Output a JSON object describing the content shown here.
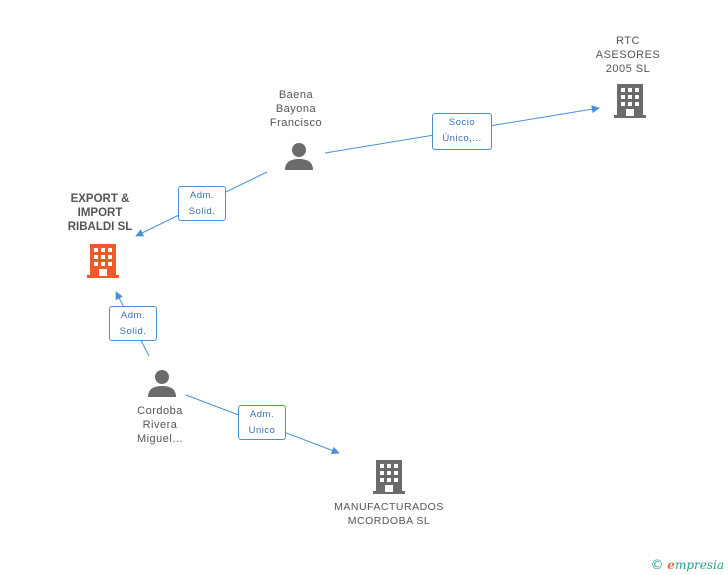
{
  "nodes": {
    "rtc": {
      "label_lines": [
        "RTC",
        "ASESORES",
        "2005  SL"
      ]
    },
    "baena": {
      "label_lines": [
        "Baena",
        "Bayona",
        "Francisco"
      ]
    },
    "export": {
      "label_lines": [
        "EXPORT &",
        "IMPORT",
        "RIBALDI SL"
      ]
    },
    "cordoba": {
      "label_lines": [
        "Cordoba",
        "Rivera",
        "Miguel..."
      ]
    },
    "manufacturados": {
      "label_lines": [
        "MANUFACTURADOS",
        "MCORDOBA SL"
      ]
    }
  },
  "edges": {
    "socio": {
      "lines": [
        "Socio",
        "Único,..."
      ]
    },
    "adm1": {
      "lines": [
        "Adm.",
        "Solid."
      ]
    },
    "adm2": {
      "lines": [
        "Adm.",
        "Solid."
      ]
    },
    "adm3": {
      "lines": [
        "Adm.",
        "Unico"
      ]
    }
  },
  "colors": {
    "company": "#6b6b6b",
    "main_company": "#f05a28",
    "person": "#6b6b6b",
    "edge": "#4a90d9"
  },
  "icons": {
    "company": "building-icon",
    "person": "person-icon"
  },
  "brand": {
    "copyright": "©",
    "initial": "e",
    "rest": "mpresia"
  }
}
